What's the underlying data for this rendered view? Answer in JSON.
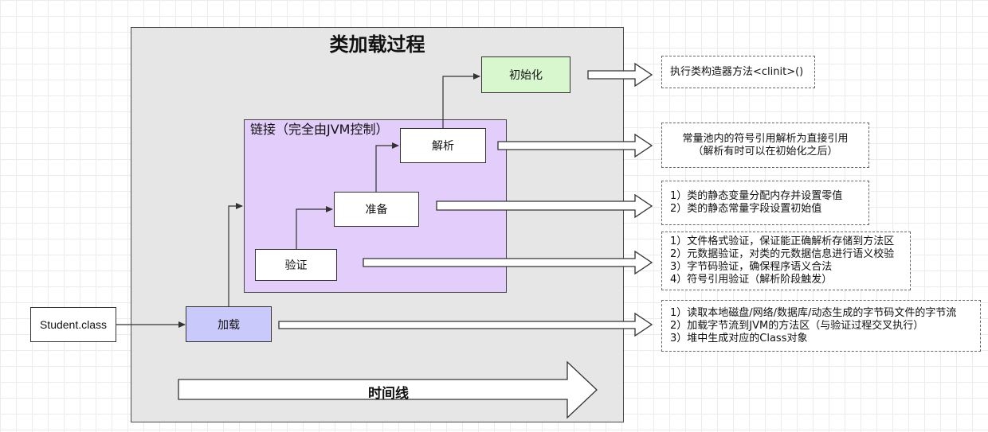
{
  "title": "类加载过程",
  "linking": {
    "title": "链接（完全由JVM控制）"
  },
  "nodes": {
    "student": "Student.class",
    "load": "加载",
    "verify": "验证",
    "prepare": "准备",
    "resolve": "解析",
    "init": "初始化"
  },
  "notes": {
    "init": [
      "执行类构造器方法<clinit>()"
    ],
    "resolve": [
      "常量池内的符号引用解析为直接引用",
      "（解析有时可以在初始化之后）"
    ],
    "prepare": [
      "1）类的静态变量分配内存并设置零值",
      "2）类的静态常量字段设置初始值"
    ],
    "verify": [
      "1）文件格式验证，保证能正确解析存储到方法区",
      "2）元数据验证，对类的元数据信息进行语义校验",
      "3）字节码验证，确保程序语义合法",
      "4）符号引用验证（解析阶段触发）"
    ],
    "load": [
      "1）读取本地磁盘/网络/数据库/动态生成的字节码文件的字节流",
      "2）加载字节流到JVM的方法区（与验证过程交叉执行）",
      "3）堆中生成对应的Class对象"
    ]
  },
  "timeline": {
    "label": "时间线"
  },
  "colors": {
    "outer_bg": "#e6e6e6",
    "linking_bg": "#e2cdfb",
    "load_bg": "#c9c9fb",
    "init_bg": "#d9f7cf"
  }
}
